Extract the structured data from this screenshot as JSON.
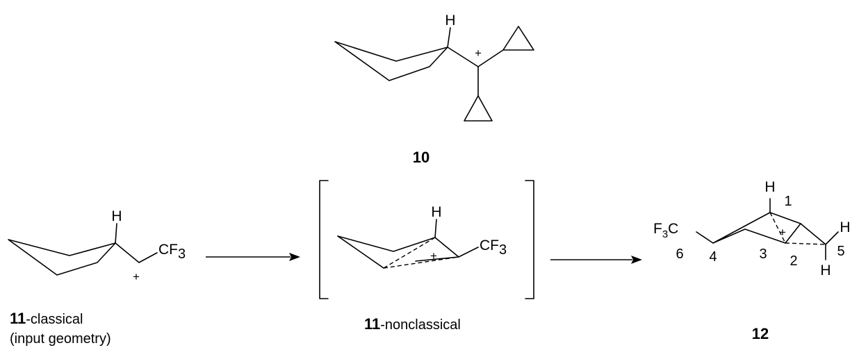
{
  "compound_10": {
    "atom_H": "H",
    "charge": "+",
    "label": "10"
  },
  "compound_11_classical": {
    "atom_H": "H",
    "group": "CF",
    "group_sub": "3",
    "charge": "+",
    "label_bold": "11",
    "label_rest": "-classical",
    "label_line2": "(input geometry)"
  },
  "compound_11_nonclassical": {
    "atom_H": "H",
    "group": "CF",
    "group_sub": "3",
    "charge": "+",
    "label_bold": "11",
    "label_rest": "-nonclassical"
  },
  "compound_12": {
    "group_pre": "F",
    "group_sub": "3",
    "group_post": "C",
    "atom_H_top": "H",
    "atom_H_right": "H",
    "atom_H_bottom": "H",
    "charge": "+",
    "numbers": [
      "1",
      "2",
      "3",
      "4",
      "5",
      "6"
    ],
    "label": "12"
  }
}
